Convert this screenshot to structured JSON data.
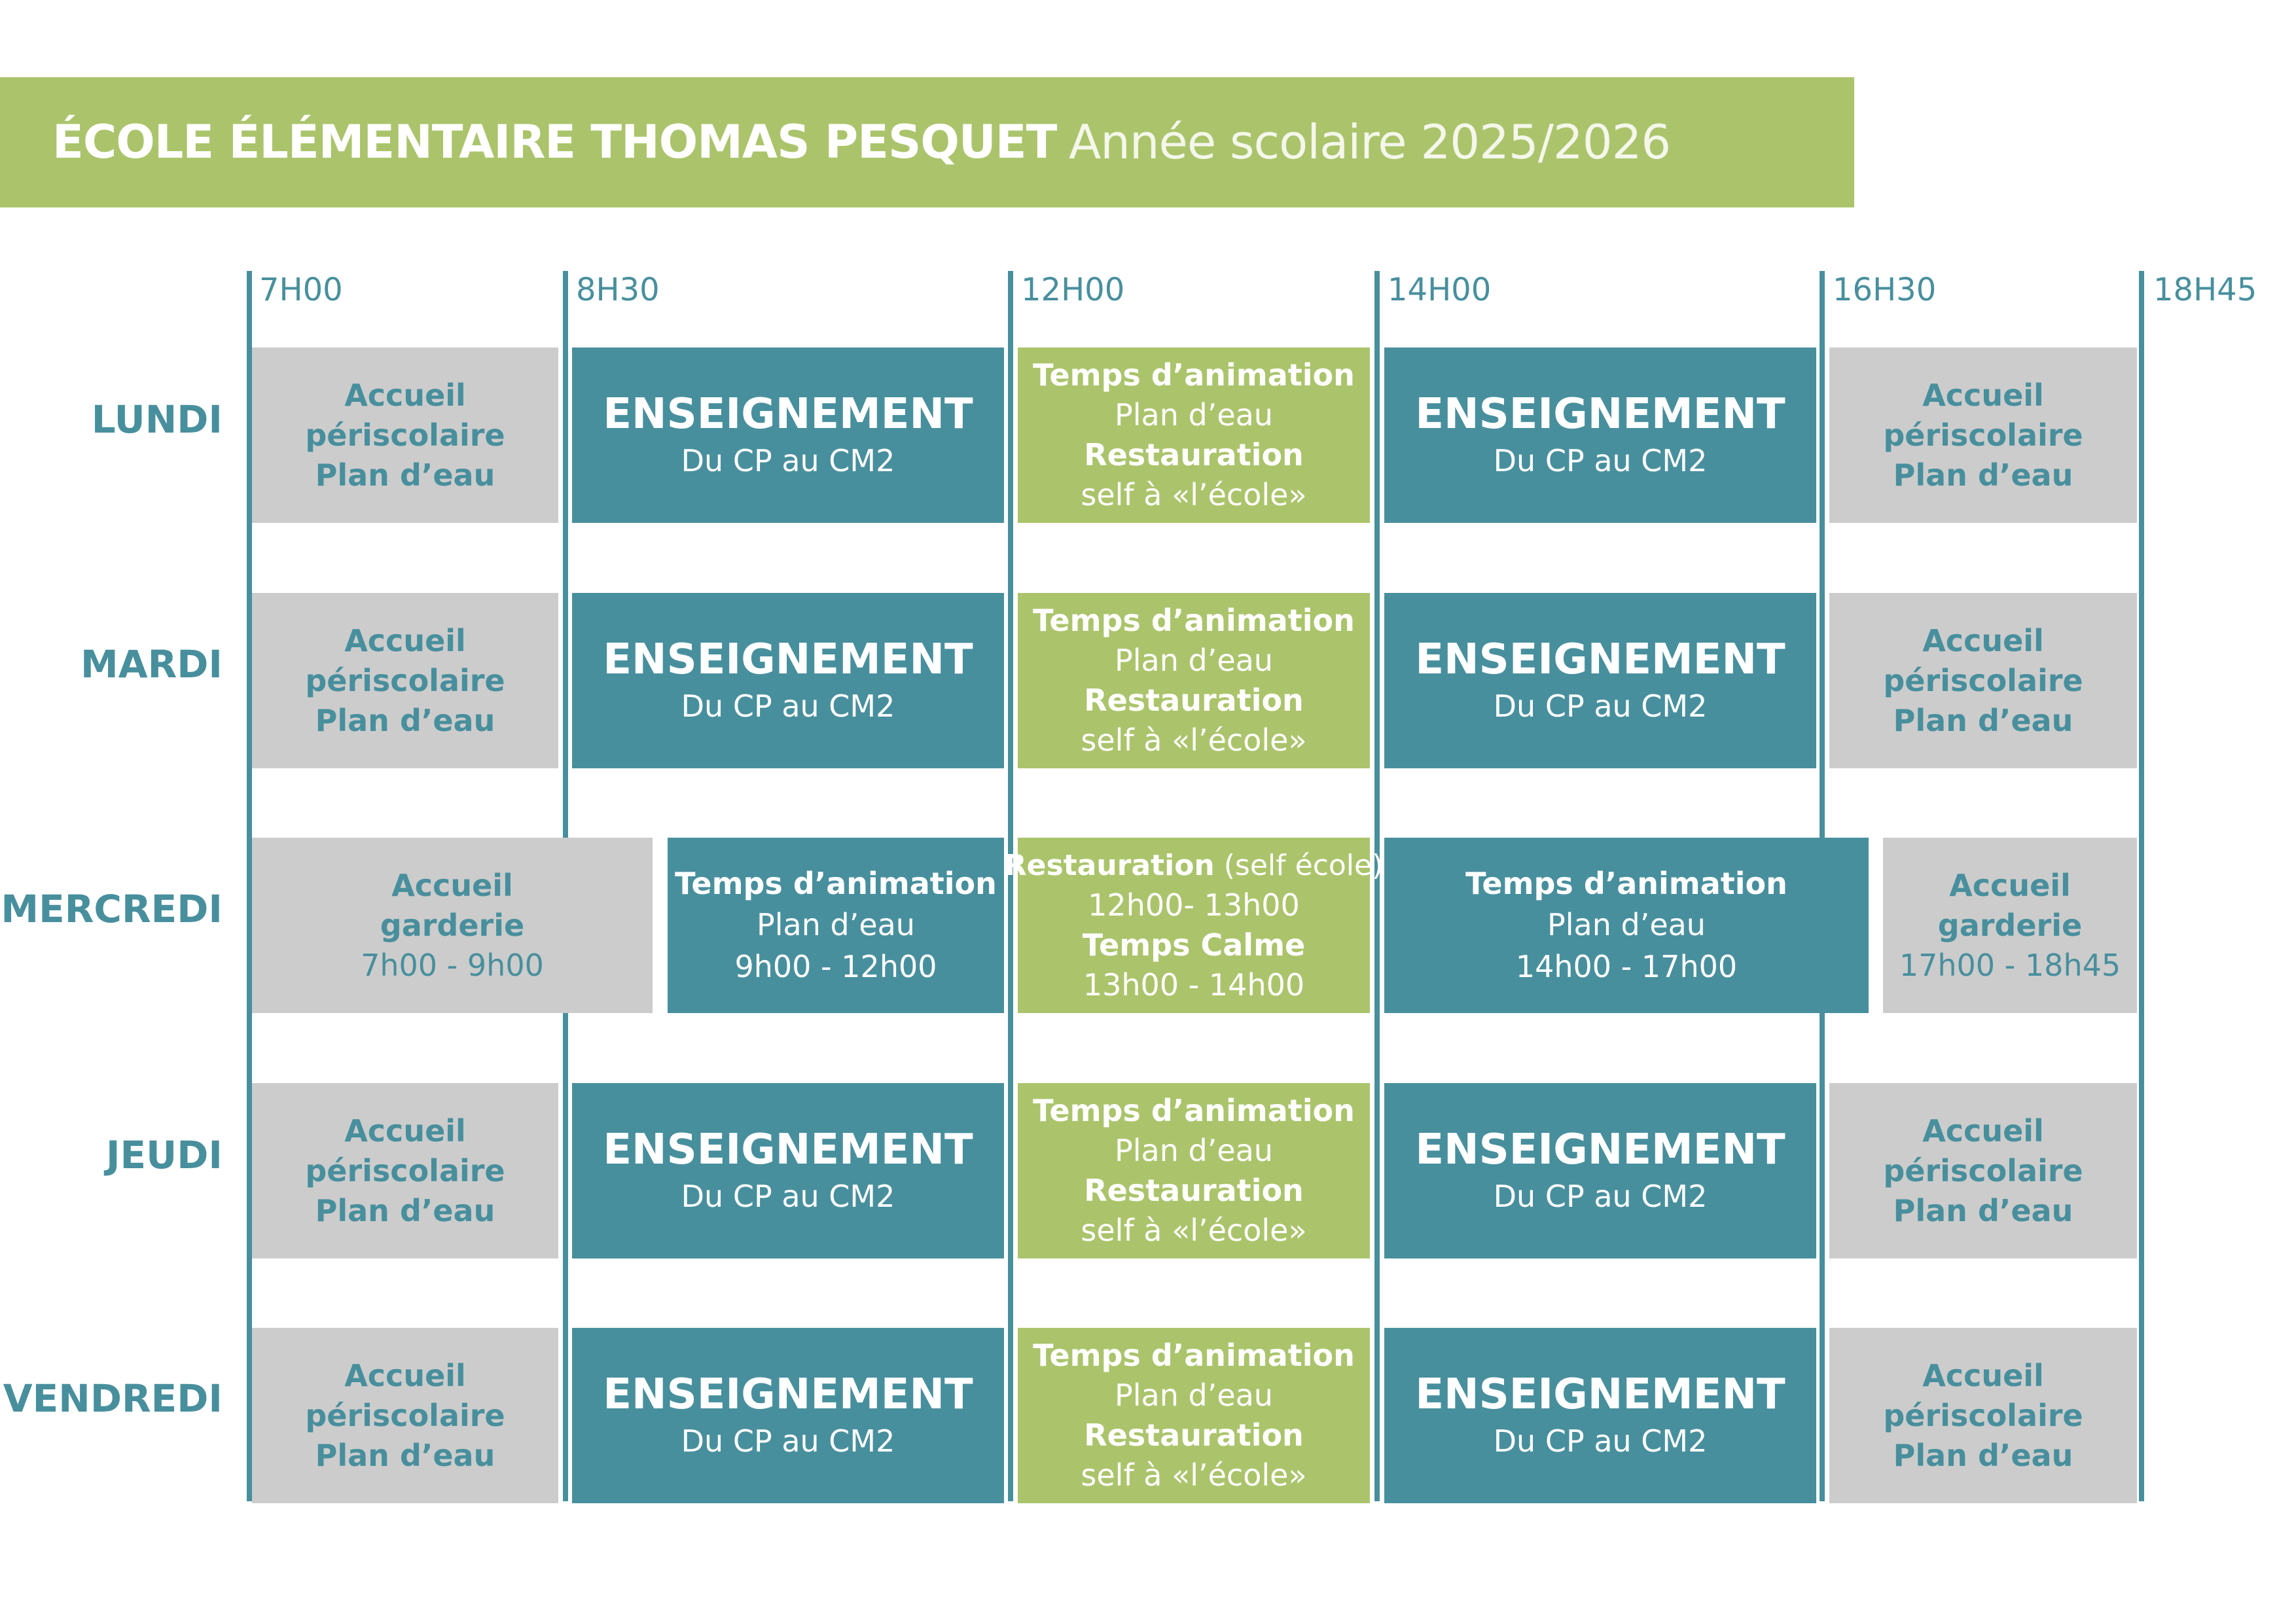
{
  "header": {
    "title": "ÉCOLE ÉLÉMENTAIRE THOMAS PESQUET",
    "subtitle": "Année scolaire 2025/2026"
  },
  "colors": {
    "header_green": "#abc46c",
    "teal": "#488f9d",
    "grey": "#cccccc",
    "white": "#ffffff"
  },
  "times": [
    "7H00",
    "8H30",
    "12H00",
    "14H00",
    "16H30",
    "18H45"
  ],
  "days": [
    "LUNDI",
    "MARDI",
    "MERCREDI",
    "JEUDI",
    "VENDREDI"
  ],
  "standard_day": {
    "morning_care": [
      "Accueil",
      "périscolaire",
      "Plan d’eau"
    ],
    "teaching_title": "ENSEIGNEMENT",
    "teaching_subtitle": "Du CP au CM2",
    "lunch": [
      "Temps d’animation",
      "Plan d’eau",
      "Restauration",
      "self à «l’école»"
    ],
    "evening_care": [
      "Accueil",
      "périscolaire",
      "Plan d’eau"
    ]
  },
  "wednesday": {
    "morning_care": [
      "Accueil",
      "garderie",
      "7h00 - 9h00"
    ],
    "morning_activity": [
      "Temps d’animation",
      "Plan d’eau",
      "9h00 - 12h00"
    ],
    "lunch_title": "Restauration",
    "lunch_note": "(self école)",
    "lunch_time": "12h00- 13h00",
    "quiet_title": "Temps Calme",
    "quiet_time": "13h00 - 14h00",
    "afternoon_activity": [
      "Temps d’animation",
      "Plan d’eau",
      "14h00 - 17h00"
    ],
    "evening_care": [
      "Accueil",
      "garderie",
      "17h00 - 18h45"
    ]
  }
}
